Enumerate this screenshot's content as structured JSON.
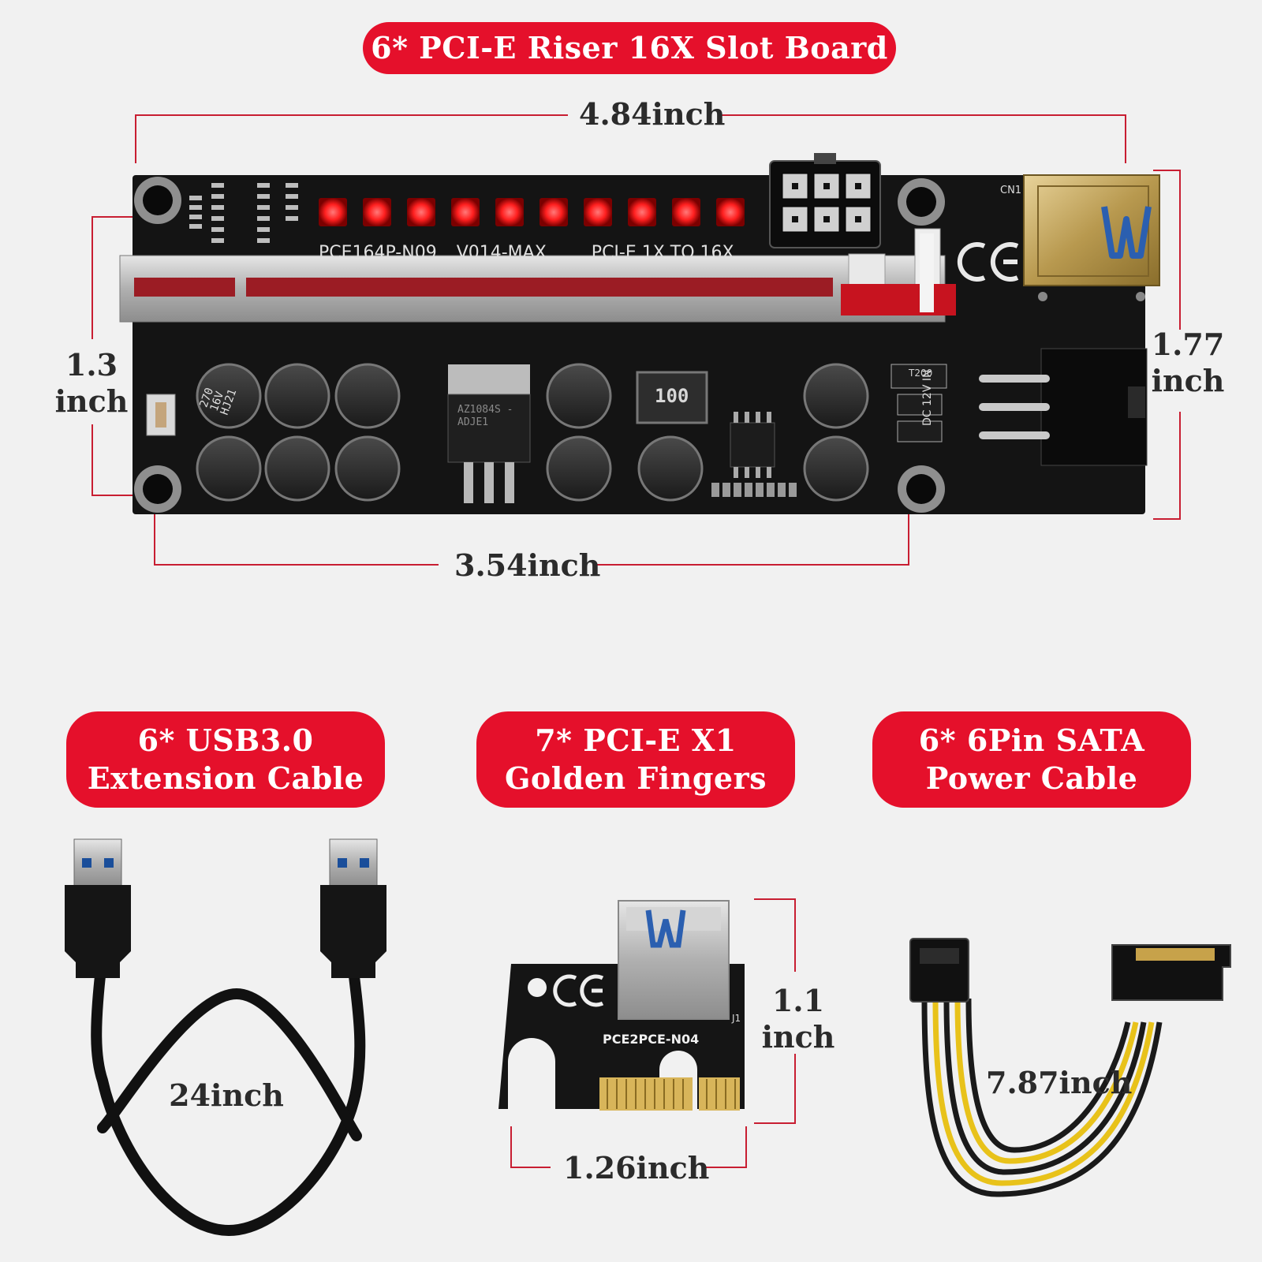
{
  "headings": {
    "board": "6* PCI-E Riser 16X Slot Board",
    "usb": "6* USB3.0\nExtension Cable",
    "pcie": "7* PCI-E X1\nGolden Fingers",
    "sata": "6* 6Pin SATA\nPower Cable"
  },
  "dimensions": {
    "board_width": "4.84inch",
    "board_hole_span": "3.54inch",
    "board_hole_height": "1.3\ninch",
    "board_height": "1.77\ninch",
    "cable_length": "24inch",
    "card_height": "1.1\ninch",
    "card_width": "1.26inch",
    "power_cable_length": "7.87inch"
  },
  "board_silkscreen": {
    "model": "PCE164P-N09",
    "version": "V014-MAX",
    "slot": "PCI-E 1X TO 16X",
    "usb_ref": "CN1",
    "power_in": "DC 12V IN",
    "cap_value": "270",
    "cap_voltage": "16V",
    "cap_code": "HJ21",
    "inductor": "100",
    "regulator": "AZ1084S -ADJE1",
    "tvs": "T200"
  },
  "card_silkscreen": {
    "model": "PCE2PCE-N04",
    "ref": "J1"
  },
  "colors": {
    "accent": "#e5102b",
    "board": "#141414",
    "led": "#ff2b2b"
  }
}
